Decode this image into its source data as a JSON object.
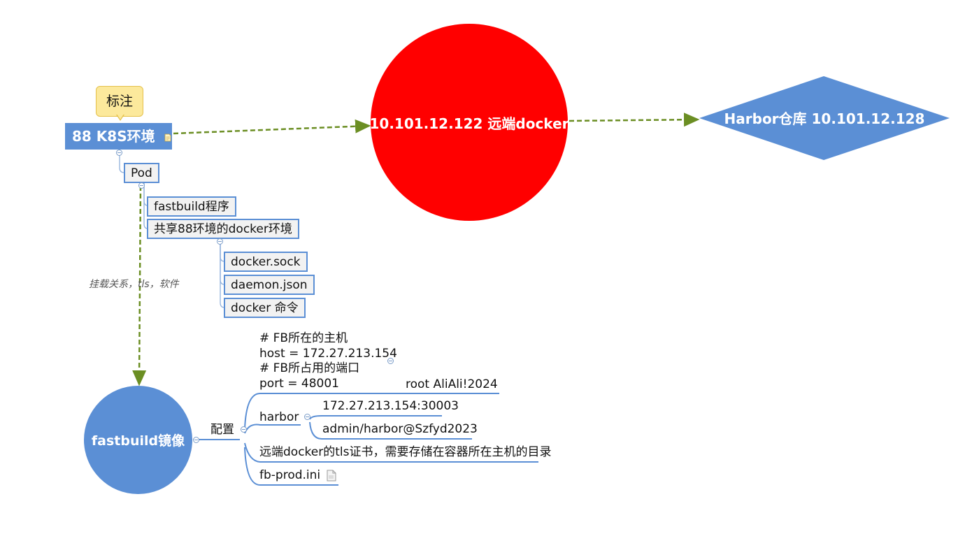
{
  "callout": {
    "text": "标注"
  },
  "main_topic": {
    "label": "88 K8S环境",
    "note_icon": "note-icon"
  },
  "pod": {
    "label": "Pod"
  },
  "pod_children": {
    "fastbuild": "fastbuild程序",
    "shared_env": "共享88环境的docker环境"
  },
  "docker_items": [
    "docker.sock",
    "daemon.json",
    "docker 命令"
  ],
  "relation_label": "挂载关系，tls，软件",
  "remote_docker": {
    "label": "10.101.12.122 远端docker"
  },
  "harbor_repo": {
    "label": "Harbor仓库 10.101.12.128"
  },
  "fastbuild_image": {
    "label": "fastbuild镜像"
  },
  "config": {
    "label": "配置",
    "fb_host_note": [
      "# FB所在的主机",
      "host = 172.27.213.154",
      "# FB所占用的端口",
      "port = 48001"
    ],
    "credentials": "root  AliAli!2024",
    "harbor": {
      "label": "harbor",
      "address": "172.27.213.154:30003",
      "account": "admin/harbor@Szfyd2023"
    },
    "tls_cert_note": "远端docker的tls证书，需要存储在容器所在主机的目录",
    "ini_file": {
      "label": "fb-prod.ini",
      "icon": "file-icon"
    }
  },
  "colors": {
    "topic_blue": "#5b8fd5",
    "remote_red": "#ff0000",
    "relation_green": "#6b8e23",
    "callout_yellow": "#fce99c"
  }
}
